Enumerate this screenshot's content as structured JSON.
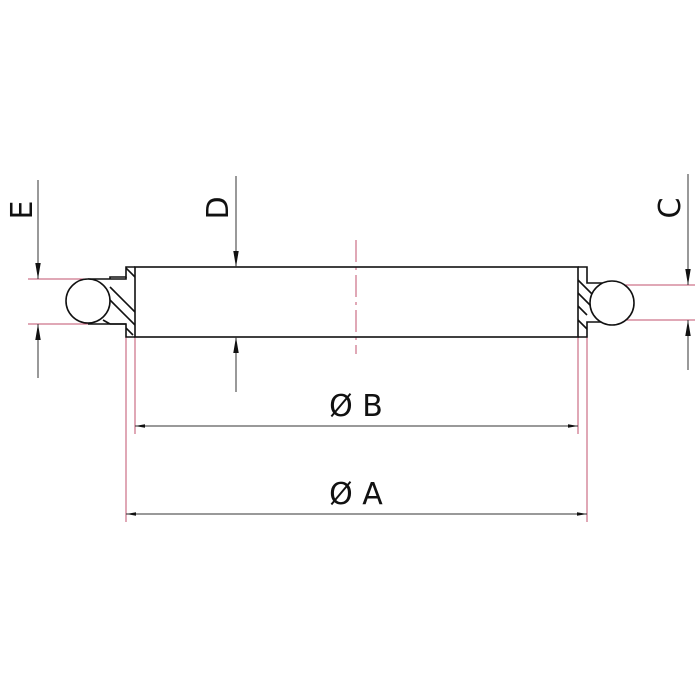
{
  "drawing": {
    "labels": {
      "dim_a": "Ø A",
      "dim_b": "Ø B",
      "dim_c": "C",
      "dim_d": "D",
      "dim_e": "E"
    },
    "colors": {
      "outline": "#111111",
      "dimension": "#333333",
      "extension": "#c0506e"
    }
  }
}
